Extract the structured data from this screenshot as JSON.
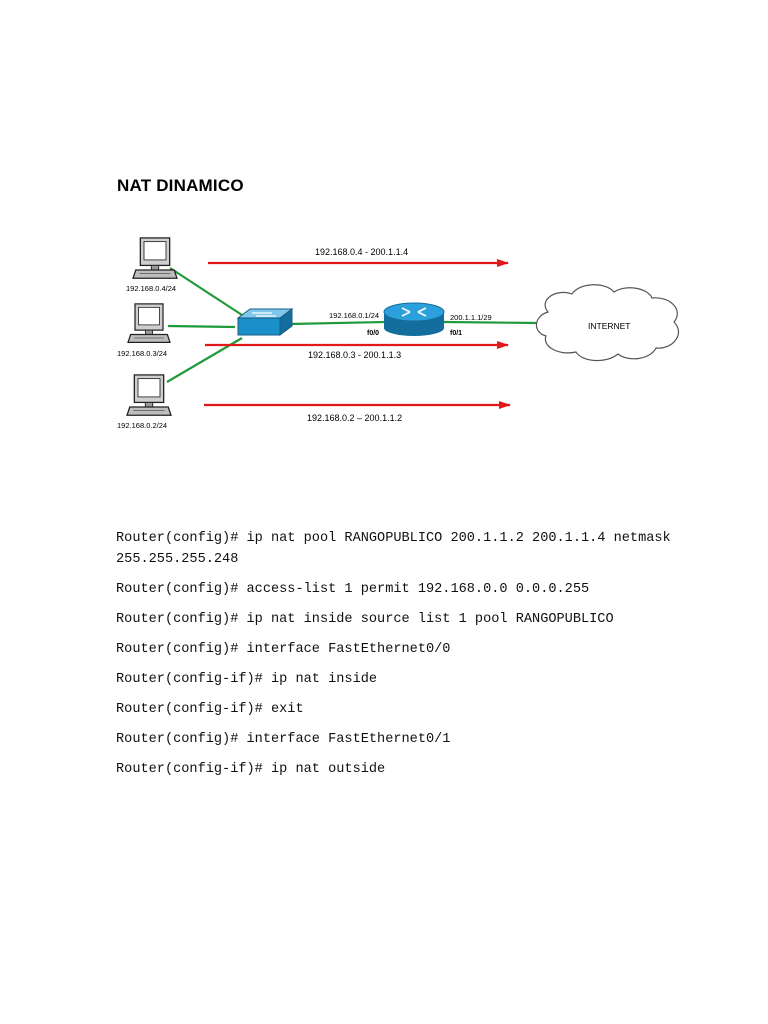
{
  "title": "NAT DINAMICO",
  "diagram": {
    "hosts": [
      {
        "label": "192.168.0.4/24"
      },
      {
        "label": "192.168.0.3/24"
      },
      {
        "label": "192.168.0.2/24"
      }
    ],
    "mappings": [
      {
        "label": "192.168.0.4 - 200.1.1.4"
      },
      {
        "label": "192.168.0.3 - 200.1.1.3"
      },
      {
        "label": "192.168.0.2 – 200.1.1.2"
      }
    ],
    "router": {
      "inside_ip": "192.168.0.1/24",
      "inside_if": "f0/0",
      "outside_ip": "200.1.1.1/29",
      "outside_if": "f0/1"
    },
    "cloud_label": "INTERNET",
    "colors": {
      "link": "#1f9a3a",
      "arrow": "#e01818",
      "device": "#1b8fc9"
    }
  },
  "commands": [
    "Router(config)# ip nat pool RANGOPUBLICO 200.1.1.2 200.1.1.4 netmask 255.255.255.248",
    "Router(config)# access-list 1 permit 192.168.0.0 0.0.0.255",
    "Router(config)# ip nat inside source list 1 pool RANGOPUBLICO",
    "Router(config)# interface FastEthernet0/0",
    "Router(config-if)# ip nat inside",
    "Router(config-if)# exit",
    "Router(config)# interface FastEthernet0/1",
    "Router(config-if)# ip nat outside"
  ]
}
